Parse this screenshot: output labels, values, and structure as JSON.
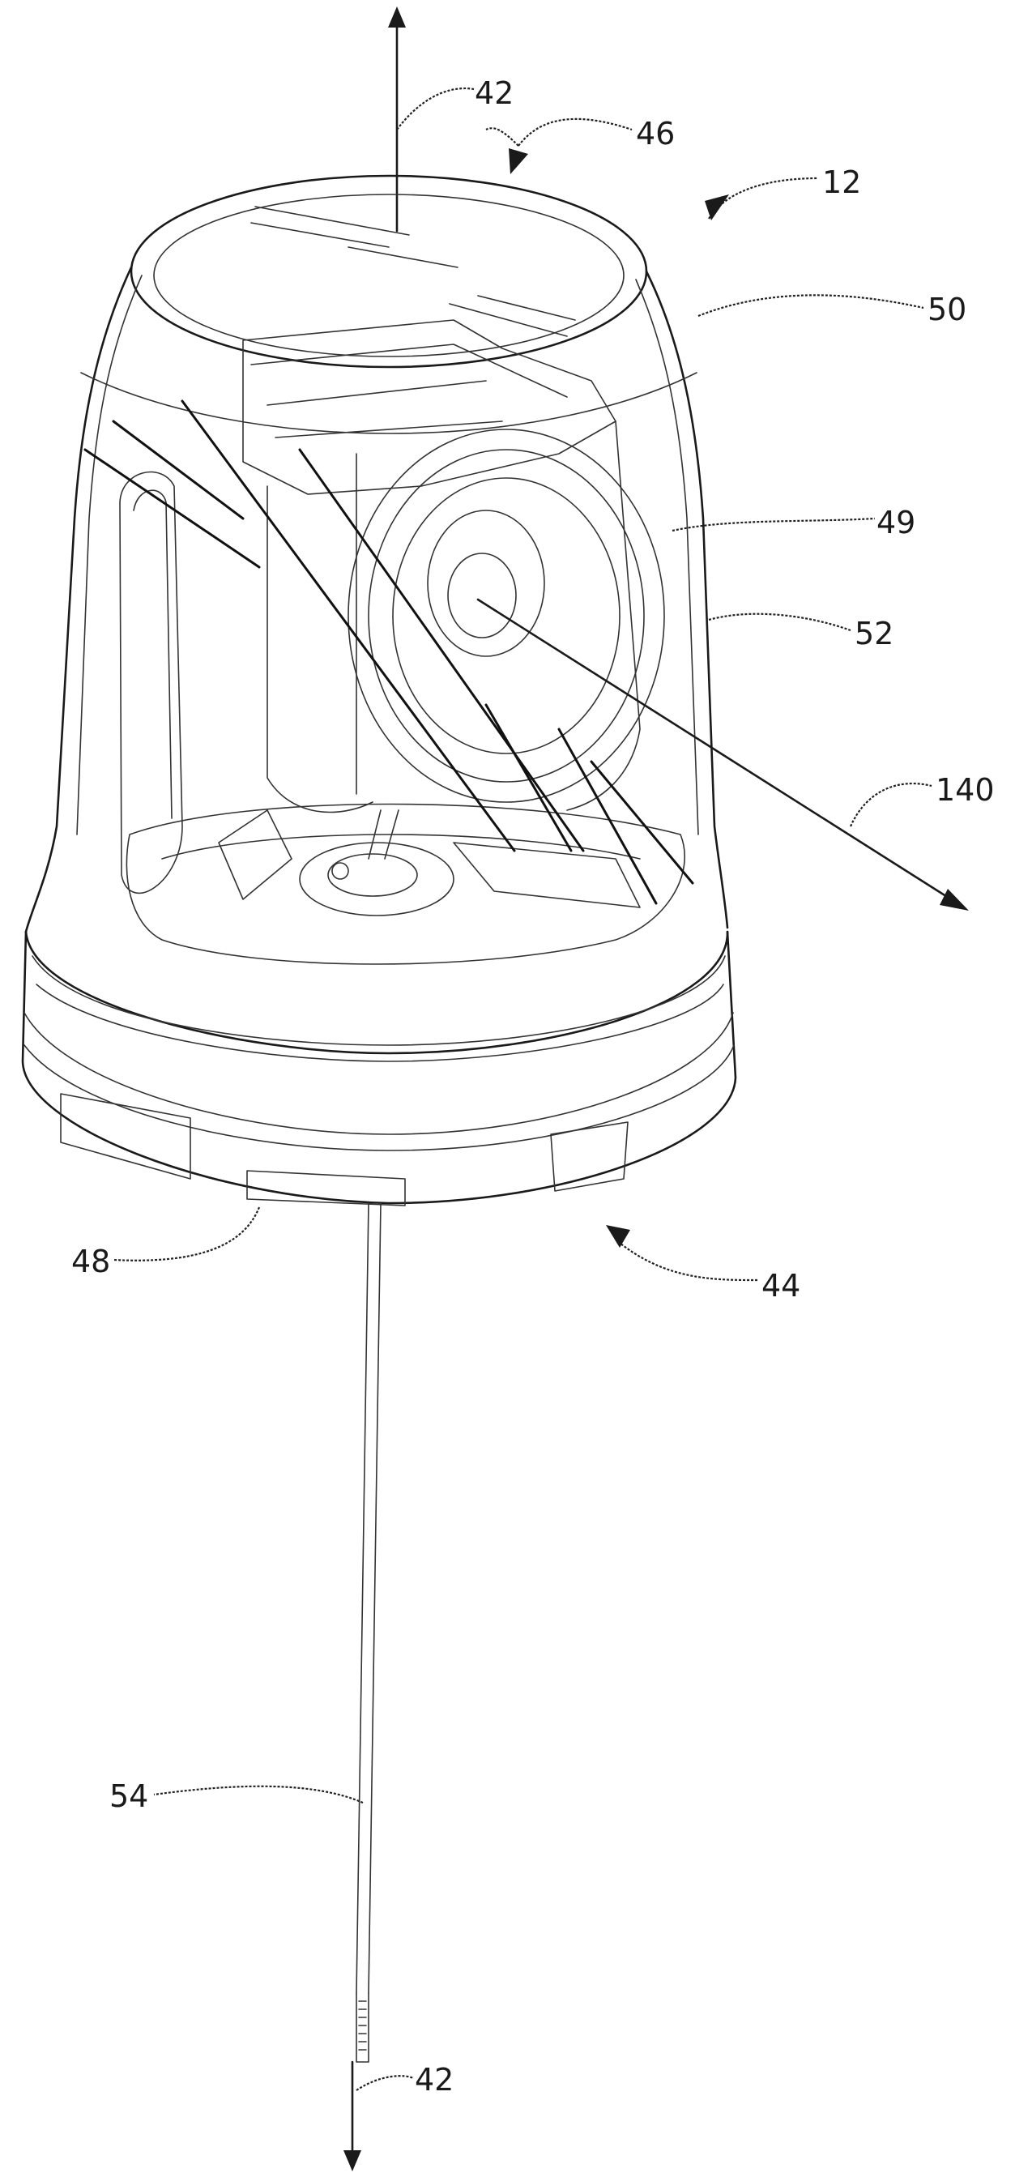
{
  "figure": {
    "labels": {
      "axis_top": "42",
      "cover_top": "46",
      "assembly": "12",
      "cover_rim": "50",
      "interior": "49",
      "cover_side": "52",
      "beam": "140",
      "notch": "48",
      "base": "44",
      "cable": "54",
      "axis_bottom": "42"
    }
  }
}
